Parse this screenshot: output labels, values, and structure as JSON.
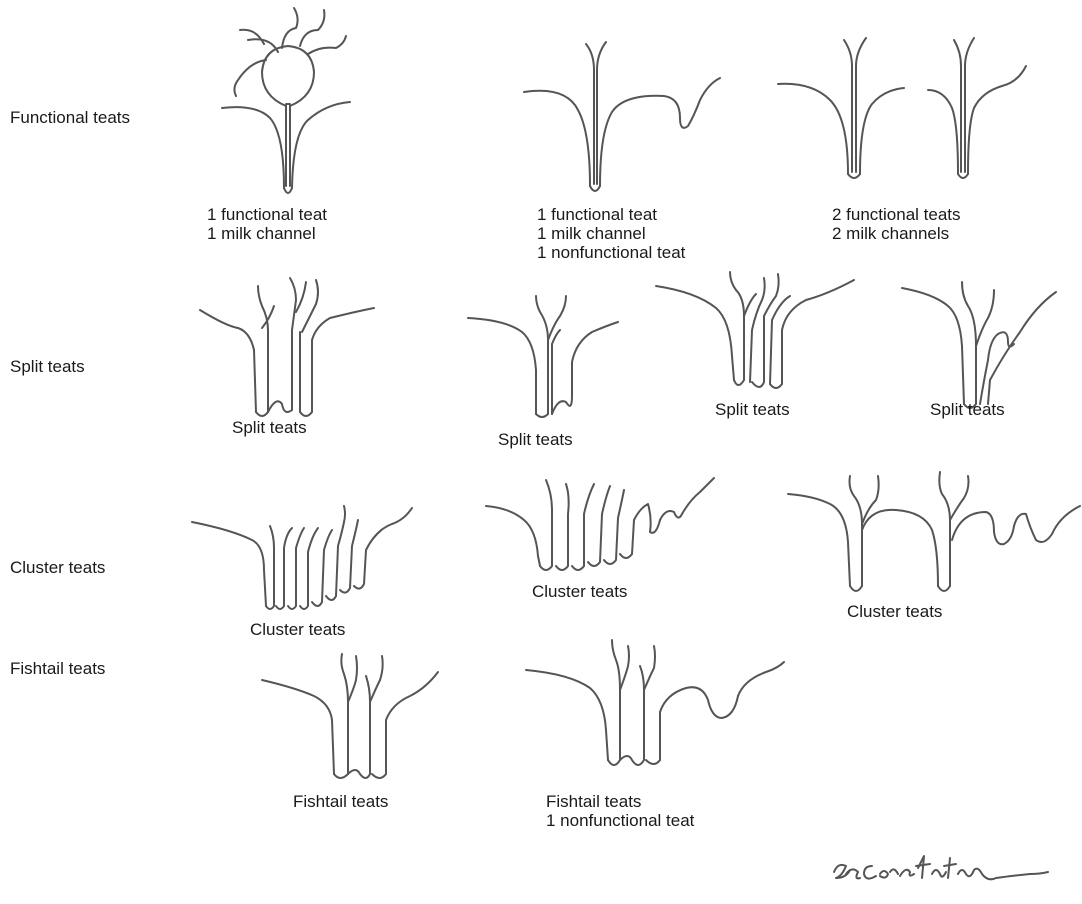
{
  "rows": {
    "functional": "Functional teats",
    "split": "Split teats",
    "cluster": "Cluster teats",
    "fishtail": "Fishtail teats"
  },
  "captions": {
    "f1": [
      "1 functional teat",
      "1 milk channel"
    ],
    "f2": [
      "1 functional teat",
      "1 milk channel",
      "1 nonfunctional teat"
    ],
    "f3": [
      "2 functional teats",
      "2 milk channels"
    ],
    "s1": [
      "Split teats"
    ],
    "s2": [
      "Split teats"
    ],
    "s3": [
      "Split teats"
    ],
    "s4": [
      "Split teats"
    ],
    "c1": [
      "Cluster teats"
    ],
    "c2": [
      "Cluster teats"
    ],
    "c3": [
      "Cluster teats"
    ],
    "t1": [
      "Fishtail teats"
    ],
    "t2": [
      "Fishtail teats",
      "1 nonfunctional teat"
    ]
  },
  "signature": "GA Constantinescu",
  "stroke_color": "#555555"
}
